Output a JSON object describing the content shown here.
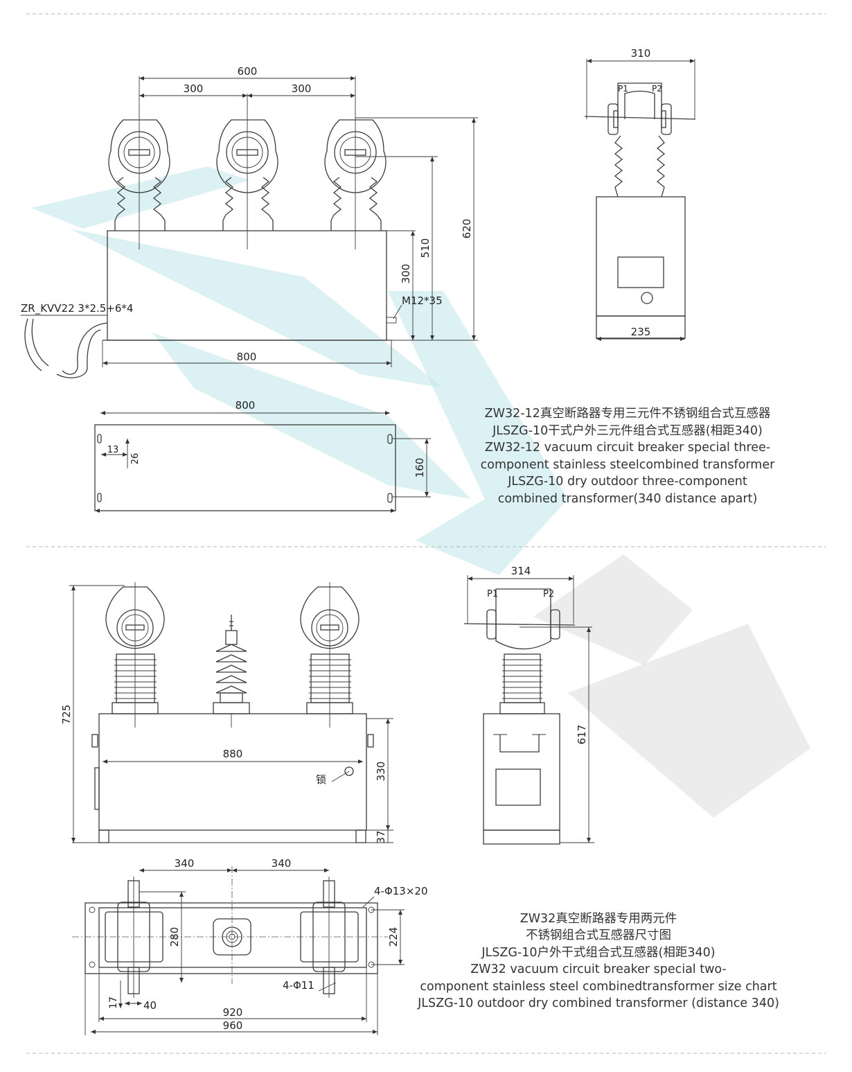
{
  "colors": {
    "line": "#3a3a3a",
    "watermark_teal": "#bfe6ea",
    "watermark_gray": "#e4e4e4",
    "separator": "#b5b5b5"
  },
  "top": {
    "front": {
      "d600": "600",
      "d300a": "300",
      "d300b": "300",
      "d620": "620",
      "d510": "510",
      "d300": "300",
      "bolt": "M12*35",
      "cable": "ZR_KVV22 3*2.5+6*4",
      "d800": "800"
    },
    "side": {
      "d310": "310",
      "p1": "P1",
      "p2": "P2",
      "d235": "235"
    },
    "plan": {
      "d800": "800",
      "d13": "13",
      "d26": "26",
      "d160": "160"
    },
    "caption": [
      "ZW32-12真空断路器专用三元件不锈钢组合式互感器",
      "JLSZG-10干式户外三元件组合式互感器(相距340)",
      "ZW32-12 vacuum circuit breaker special three-",
      "component stainless steelcombined transformer",
      "JLSZG-10 dry outdoor three-component",
      "combined transformer(340 distance apart)"
    ]
  },
  "bottom": {
    "front": {
      "d725": "725",
      "d880": "880",
      "lock": "锁",
      "d330": "330",
      "d37": "37"
    },
    "side": {
      "d314": "314",
      "p1": "P1",
      "p2": "P2",
      "d617": "617"
    },
    "plan": {
      "d340a": "340",
      "d340b": "340",
      "holes1": "4-Φ13×20",
      "d280": "280",
      "d224": "224",
      "holes2": "4-Φ11",
      "d17": "17",
      "d40": "40",
      "d920": "920",
      "d960": "960"
    },
    "caption": [
      "ZW32真空断路器专用两元件",
      "不锈钢组合式互感器尺寸图",
      "JLSZG-10户外干式组合式互感器(相距340)",
      "ZW32 vacuum circuit breaker special two-",
      "component stainless steel combinedtransformer size chart",
      "JLSZG-10 outdoor dry combined transformer (distance 340)"
    ]
  }
}
